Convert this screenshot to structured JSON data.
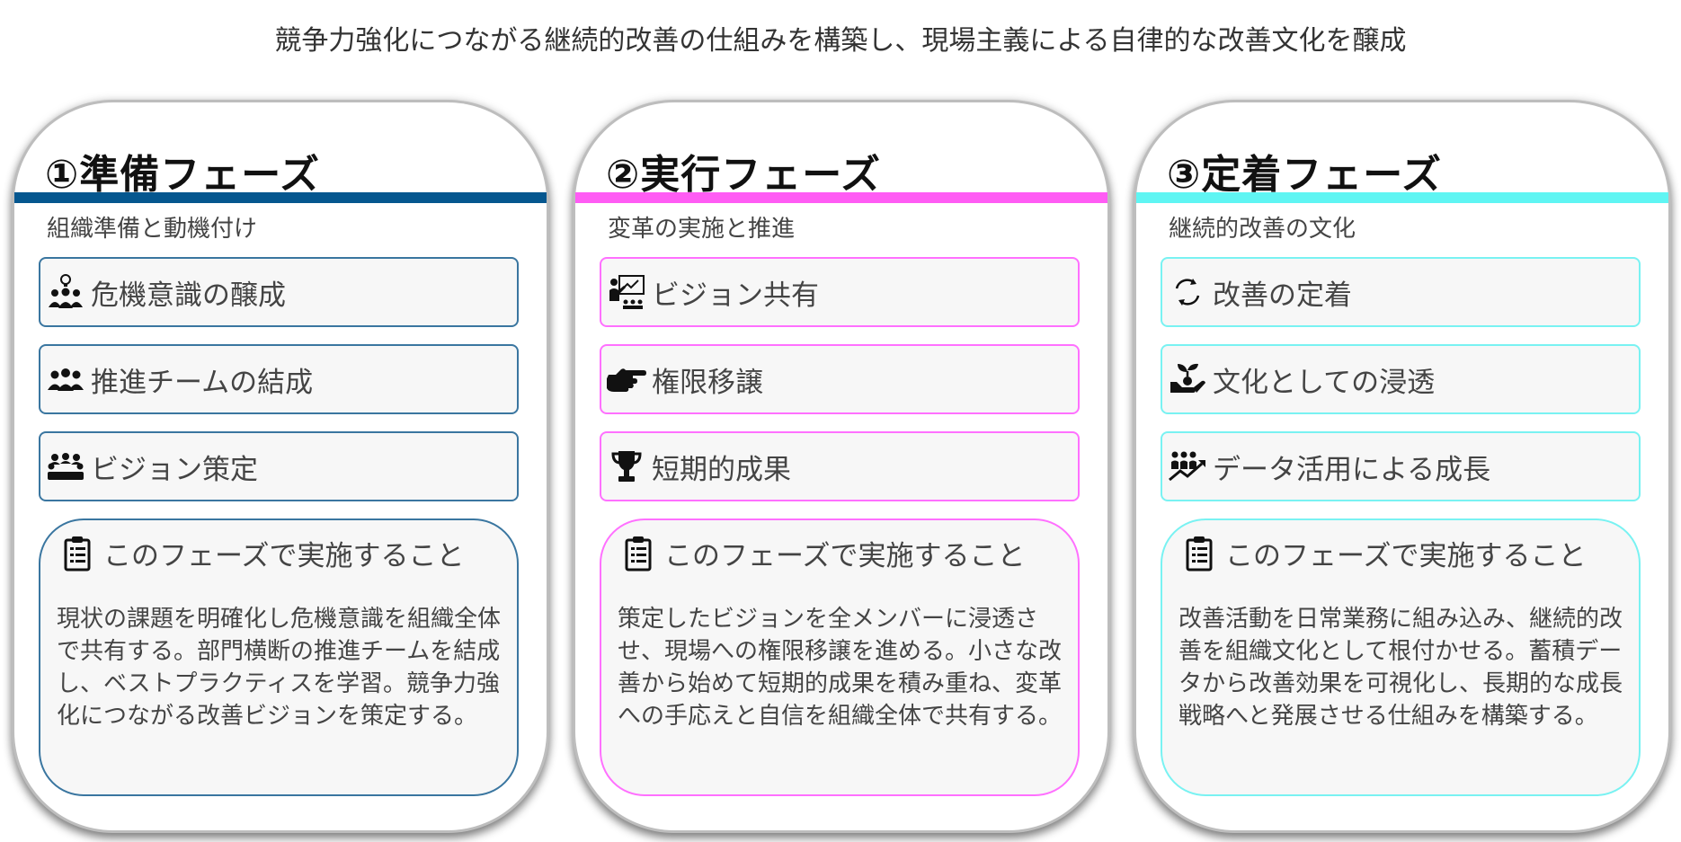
{
  "headline": "競争力強化につながる継続的改善の仕組みを構築し、現場主義による自律的な改善文化を醸成",
  "phases": [
    {
      "title": "①準備フェーズ",
      "subtitle": "組織準備と動機付け",
      "accent": "#05578f",
      "items": [
        {
          "label": "危機意識の醸成",
          "icon": "group-idea-icon"
        },
        {
          "label": "推進チームの結成",
          "icon": "team-icon"
        },
        {
          "label": "ビジョン策定",
          "icon": "meeting-icon"
        }
      ],
      "detail_heading": "このフェーズで実施すること",
      "detail_text": "現状の課題を明確化し危機意識を組織全体で共有する。部門横断の推進チームを結成し、ベストプラクティスを学習。競争力強化につながる改善ビジョンを策定する。"
    },
    {
      "title": "②実行フェーズ",
      "subtitle": "変革の実施と推進",
      "accent": "#ff5cf4",
      "items": [
        {
          "label": "ビジョン共有",
          "icon": "presentation-icon"
        },
        {
          "label": "権限移譲",
          "icon": "pointing-hand-icon"
        },
        {
          "label": "短期的成果",
          "icon": "trophy-icon"
        }
      ],
      "detail_heading": "このフェーズで実施すること",
      "detail_text": "策定したビジョンを全メンバーに浸透させ、現場への権限移譲を進める。小さな改善から始めて短期的成果を積み重ね、変革への手応えと自信を組織全体で共有する。"
    },
    {
      "title": "③定着フェーズ",
      "subtitle": "継続的改善の文化",
      "accent": "#5ff5f3",
      "items": [
        {
          "label": "改善の定着",
          "icon": "refresh-icon"
        },
        {
          "label": "文化としての浸透",
          "icon": "sprout-hand-icon"
        },
        {
          "label": "データ活用による成長",
          "icon": "growth-icon"
        }
      ],
      "detail_heading": "このフェーズで実施すること",
      "detail_text": "改善活動を日常業務に組み込み、継続的改善を組織文化として根付かせる。蓄積データから改善効果を可視化し、長期的な成長戦略へと発展させる仕組みを構築する。"
    }
  ]
}
